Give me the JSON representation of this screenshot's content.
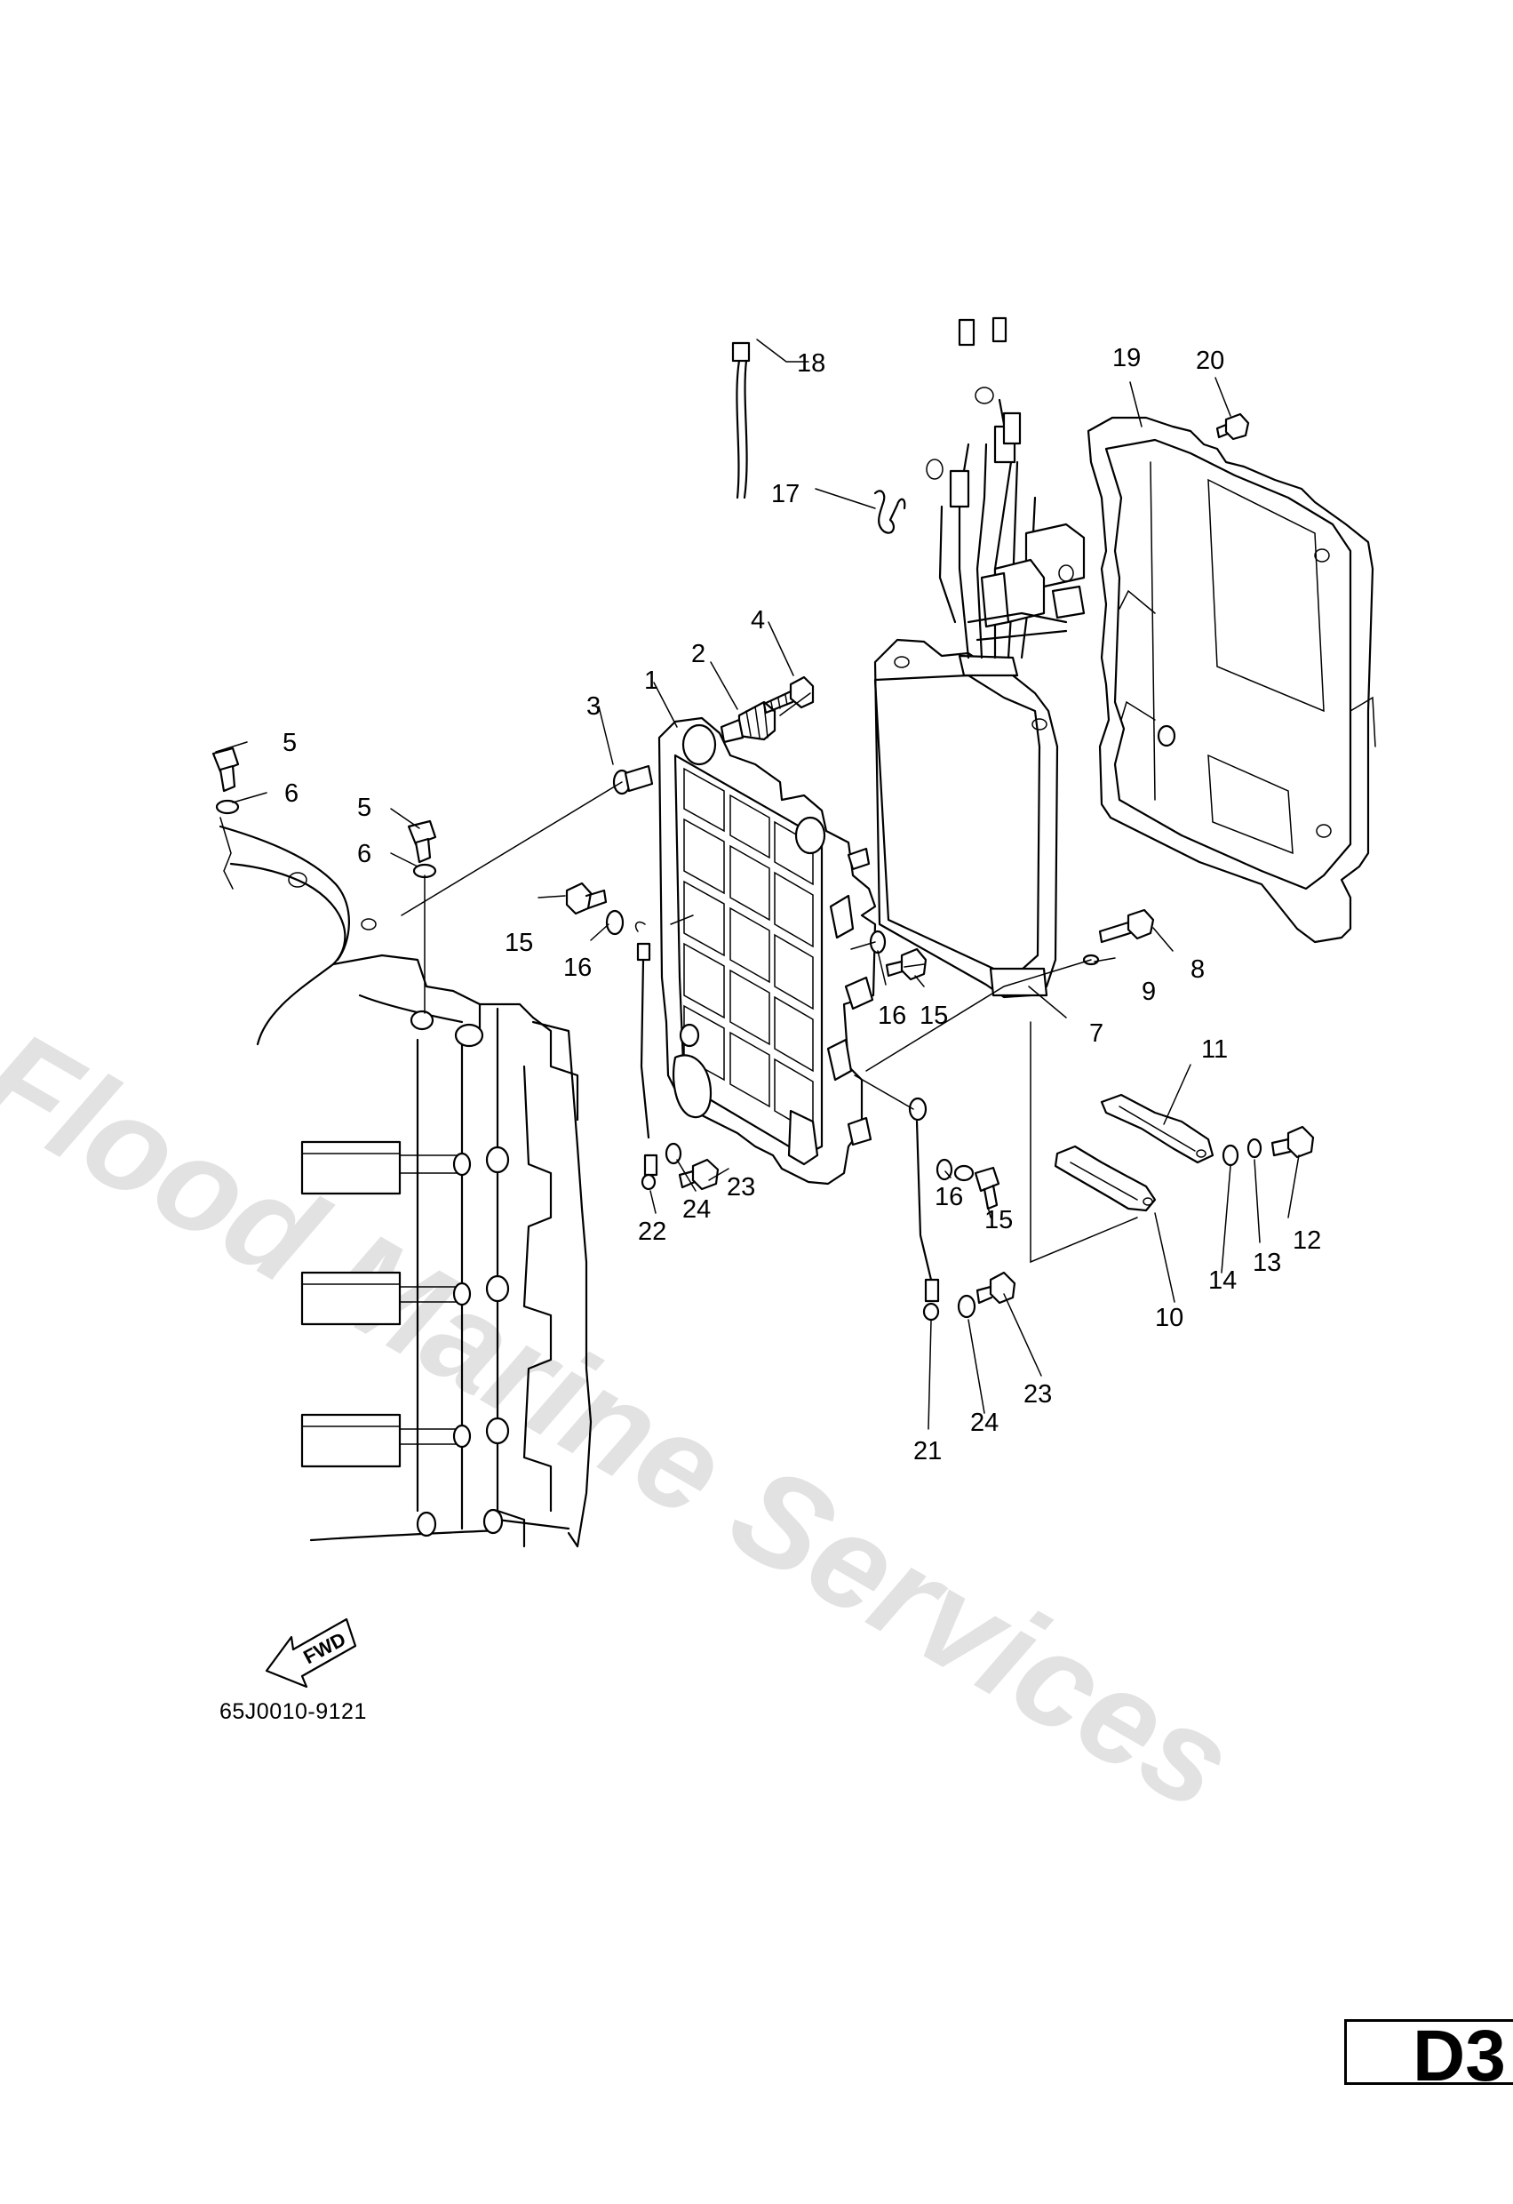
{
  "watermark": "Flood Marine Services",
  "drawing_code": "65J0010-9121",
  "section_tab": "D3",
  "fwd_label": "FWD",
  "callouts": {
    "c1": "1",
    "c2": "2",
    "c3": "3",
    "c4": "4",
    "c5a": "5",
    "c5b": "5",
    "c6a": "6",
    "c6b": "6",
    "c7": "7",
    "c8": "8",
    "c9": "9",
    "c10": "10",
    "c11": "11",
    "c12": "12",
    "c13": "13",
    "c14": "14",
    "c15a": "15",
    "c15b": "15",
    "c15c": "15",
    "c16a": "16",
    "c16b": "16",
    "c16c": "16",
    "c17": "17",
    "c18": "18",
    "c19": "19",
    "c20": "20",
    "c21": "21",
    "c22": "22",
    "c23a": "23",
    "c23b": "23",
    "c24a": "24",
    "c24b": "24"
  }
}
